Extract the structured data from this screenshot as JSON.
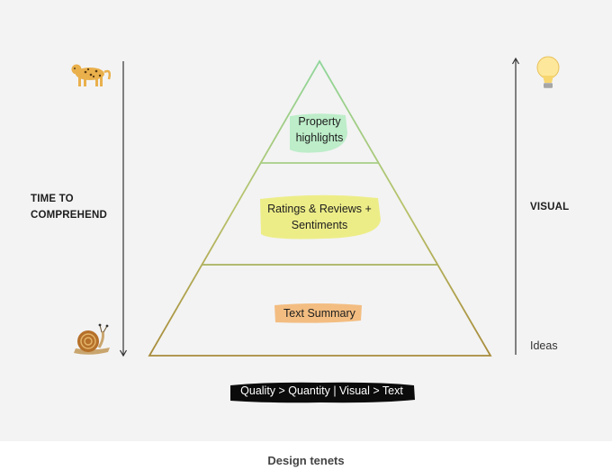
{
  "diagram": {
    "left_axis": {
      "line1": "TIME TO",
      "line2": "COMPREHEND",
      "top_icon": "leopard-icon",
      "bottom_icon": "snail-icon"
    },
    "right_axis": {
      "label": "VISUAL",
      "bottom_label": "Ideas",
      "top_icon": "lightbulb-icon"
    },
    "tiers": [
      {
        "line1": "Property",
        "line2": "highlights",
        "highlight_color": "#b9ecc6"
      },
      {
        "line1": "Ratings & Reviews +",
        "line2": "Sentiments",
        "highlight_color": "#ecec82"
      },
      {
        "line1": "Text Summary",
        "highlight_color": "#f2b97a"
      }
    ],
    "tenets": "Quality > Quantity | Visual > Text",
    "colors": {
      "panel": "#f3f3f3",
      "outline_top": "#8fd69a",
      "outline_bottom": "#a88b3a",
      "axis": "#333333"
    }
  },
  "caption": "Design tenets"
}
